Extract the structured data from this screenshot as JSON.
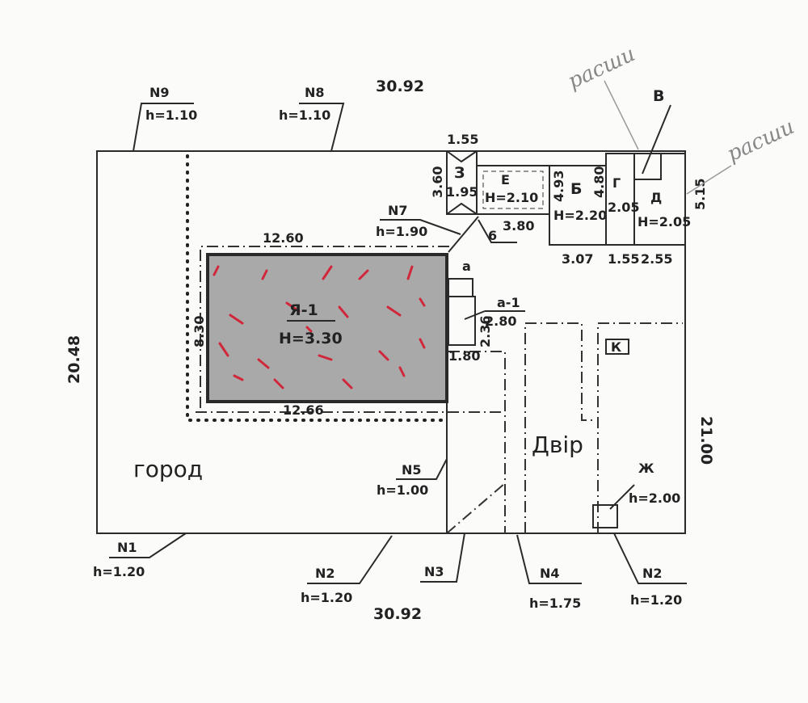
{
  "title_top": "30.92",
  "title_bottom": "30.92",
  "colors": {
    "building": "#a9a9a9",
    "yellow": "#eef25a",
    "blue": "#7fa9e2",
    "red_marks": "#d0283a"
  },
  "fence_points": [
    {
      "id": "N9",
      "h": "h=1.10"
    },
    {
      "id": "N8",
      "h": "h=1.10"
    },
    {
      "id": "N7",
      "h": "h=1.90"
    },
    {
      "id": "N5",
      "h": "h=1.00"
    },
    {
      "id": "N1",
      "h": "h=1.20"
    },
    {
      "id": "N2",
      "h": "h=1.20"
    },
    {
      "id": "N3"
    },
    {
      "id": "N4",
      "h": "h=1.75"
    },
    {
      "id": "N2",
      "h": "h=1.20"
    }
  ],
  "buildings": {
    "main": {
      "name": "Я-1",
      "h": "Н=3.30",
      "top": "12.60",
      "bottom": "12.66",
      "side": "8.30"
    },
    "a": {
      "name": "а"
    },
    "a1": {
      "name": "а-1",
      "h": "2.80",
      "w": "1.80",
      "side": "2.36"
    },
    "z": {
      "name": "З",
      "h": "1.95",
      "w": "1.55",
      "side": "3.60"
    },
    "e": {
      "name": "Е",
      "h": "Н=2.10",
      "w": "3.80"
    },
    "b": {
      "name": "Б",
      "h": "Н=2.20",
      "w": "3.07",
      "side1": "4.93",
      "side2": "4.80"
    },
    "g": {
      "name": "Г",
      "h": "2.05",
      "w": "1.55"
    },
    "d": {
      "name": "Д",
      "h": "Н=2.05",
      "w": "2.55",
      "side": "5.15"
    },
    "v": {
      "name": "В"
    },
    "zh": {
      "name": "Ж",
      "h": "h=2.00"
    },
    "k": {
      "name": "К"
    },
    "six": {
      "name": "6"
    }
  },
  "dims": {
    "left": "20.48",
    "right": "21.00"
  },
  "areas": {
    "yard": "Двір",
    "garden": "город"
  },
  "handwritten": [
    "расши",
    "расши"
  ]
}
